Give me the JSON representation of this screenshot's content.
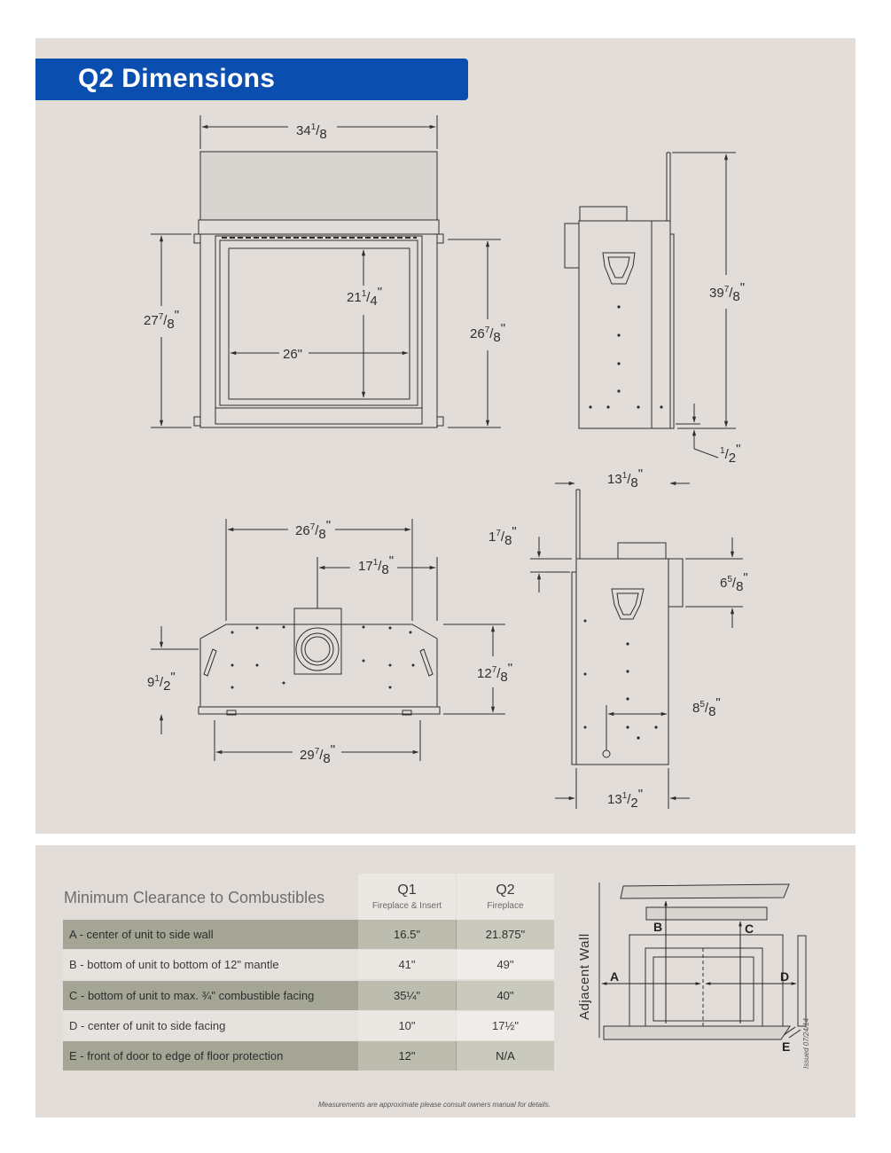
{
  "header": {
    "title": "Q2 Dimensions"
  },
  "dimensions": {
    "front_width": {
      "whole": "34",
      "num": "1",
      "den": "8"
    },
    "front_height": {
      "whole": "27",
      "num": "7",
      "den": "8"
    },
    "front_opening_height": {
      "whole": "21",
      "num": "1",
      "den": "4"
    },
    "front_opening_width": "26\"",
    "front_body_height": {
      "whole": "26",
      "num": "7",
      "den": "8"
    },
    "side_total_height": {
      "whole": "39",
      "num": "7",
      "den": "8"
    },
    "side_bottom": {
      "whole": "",
      "num": "1",
      "den": "2"
    },
    "top_depth": {
      "whole": "26",
      "num": "7",
      "den": "8"
    },
    "top_vent_offset": {
      "whole": "17",
      "num": "1",
      "den": "8"
    },
    "top_side_depth": {
      "whole": "9",
      "num": "1",
      "den": "2"
    },
    "top_total_depth": {
      "whole": "12",
      "num": "7",
      "den": "8"
    },
    "top_bottom_width": {
      "whole": "29",
      "num": "7",
      "den": "8"
    },
    "rear_top_width": {
      "whole": "13",
      "num": "1",
      "den": "8"
    },
    "rear_top_step": {
      "whole": "1",
      "num": "7",
      "den": "8"
    },
    "rear_vent_height": {
      "whole": "6",
      "num": "5",
      "den": "8"
    },
    "rear_vent_center": {
      "whole": "8",
      "num": "5",
      "den": "8"
    },
    "rear_bottom_width": {
      "whole": "13",
      "num": "1",
      "den": "2"
    }
  },
  "clearance": {
    "title": "Minimum Clearance to Combustibles",
    "columns": [
      {
        "name": "Q1",
        "sub": "Fireplace & Insert"
      },
      {
        "name": "Q2",
        "sub": "Fireplace"
      }
    ],
    "rows": [
      {
        "label": "A - center of unit to side wall",
        "q1": "16.5\"",
        "q2": "21.875\""
      },
      {
        "label": "B - bottom of unit to bottom of 12\" mantle",
        "q1": "41\"",
        "q2": "49\""
      },
      {
        "label": "C - bottom of unit to max. ¾\" combustible facing",
        "q1": "35¼\"",
        "q2": "40\""
      },
      {
        "label": "D - center of unit to side facing",
        "q1": "10\"",
        "q2": "17½\""
      },
      {
        "label": "E - front of door to edge of floor protection",
        "q1": "12\"",
        "q2": "N/A"
      }
    ]
  },
  "clearance_diagram": {
    "wall_label": "Adjacent Wall",
    "letters": [
      "A",
      "B",
      "C",
      "D",
      "E"
    ]
  },
  "footnote": "Measurements are approximate please consult owners manual for details.",
  "issued": "Issued 07/24/14"
}
